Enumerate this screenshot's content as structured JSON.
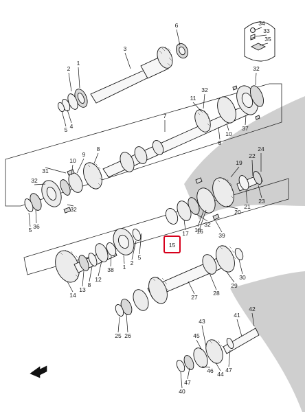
{
  "highlight": {
    "label": "15",
    "color": "#d6001c"
  },
  "callouts": [
    "1",
    "2",
    "3",
    "4",
    "5",
    "6",
    "7",
    "8",
    "9",
    "10",
    "11",
    "12",
    "13",
    "14",
    "16",
    "17",
    "18",
    "19",
    "20",
    "21",
    "22",
    "23",
    "24",
    "25",
    "26",
    "27",
    "28",
    "29",
    "30",
    "31",
    "32",
    "33",
    "34",
    "35",
    "36",
    "37",
    "38",
    "39",
    "40",
    "41",
    "42",
    "43",
    "44",
    "45",
    "46",
    "47"
  ],
  "colors": {
    "shadow": "#c8c8c8",
    "line": "#111111"
  },
  "icons": {
    "direction_arrow": "front-arrow-icon"
  }
}
